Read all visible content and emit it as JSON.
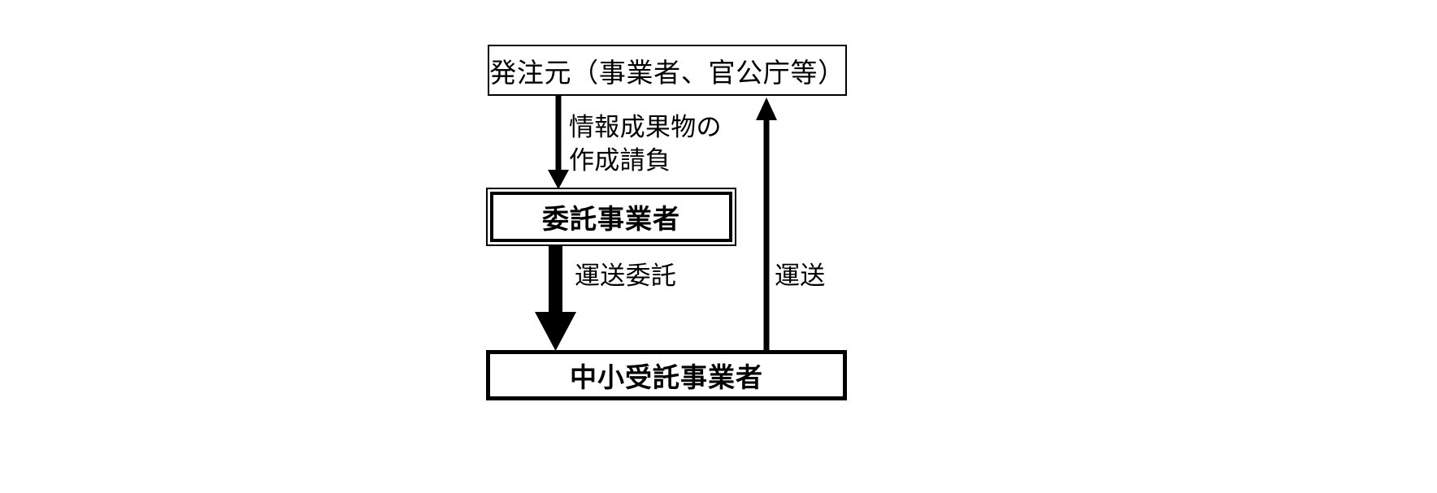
{
  "diagram": {
    "title": "",
    "type": "flow-diagram",
    "orientation": "vertical",
    "colors": {
      "stroke": "#000000",
      "fill": "#ffffff",
      "text": "#000000"
    },
    "nodes": [
      {
        "id": "client",
        "label": "発注元（事業者、官公庁等）",
        "shape": "rectangle",
        "border": "single-thin",
        "bold": false
      },
      {
        "id": "consignor",
        "label": "委託事業者",
        "shape": "rectangle",
        "border": "double",
        "bold": true
      },
      {
        "id": "subcontractor",
        "label": "中小受託事業者",
        "shape": "rectangle",
        "border": "single-thick",
        "bold": true
      }
    ],
    "edges": [
      {
        "id": "client-to-consignor",
        "from": "client",
        "to": "consignor",
        "direction": "down",
        "weight": "thin",
        "label": "情報成果物の\n作成請負",
        "label_line1": "情報成果物の",
        "label_line2": "作成請負"
      },
      {
        "id": "consignor-to-subcontractor",
        "from": "consignor",
        "to": "subcontractor",
        "direction": "down",
        "weight": "thick",
        "label": "運送委託"
      },
      {
        "id": "subcontractor-to-client",
        "from": "subcontractor",
        "to": "client",
        "direction": "up",
        "weight": "thin",
        "label": "運送"
      }
    ]
  }
}
